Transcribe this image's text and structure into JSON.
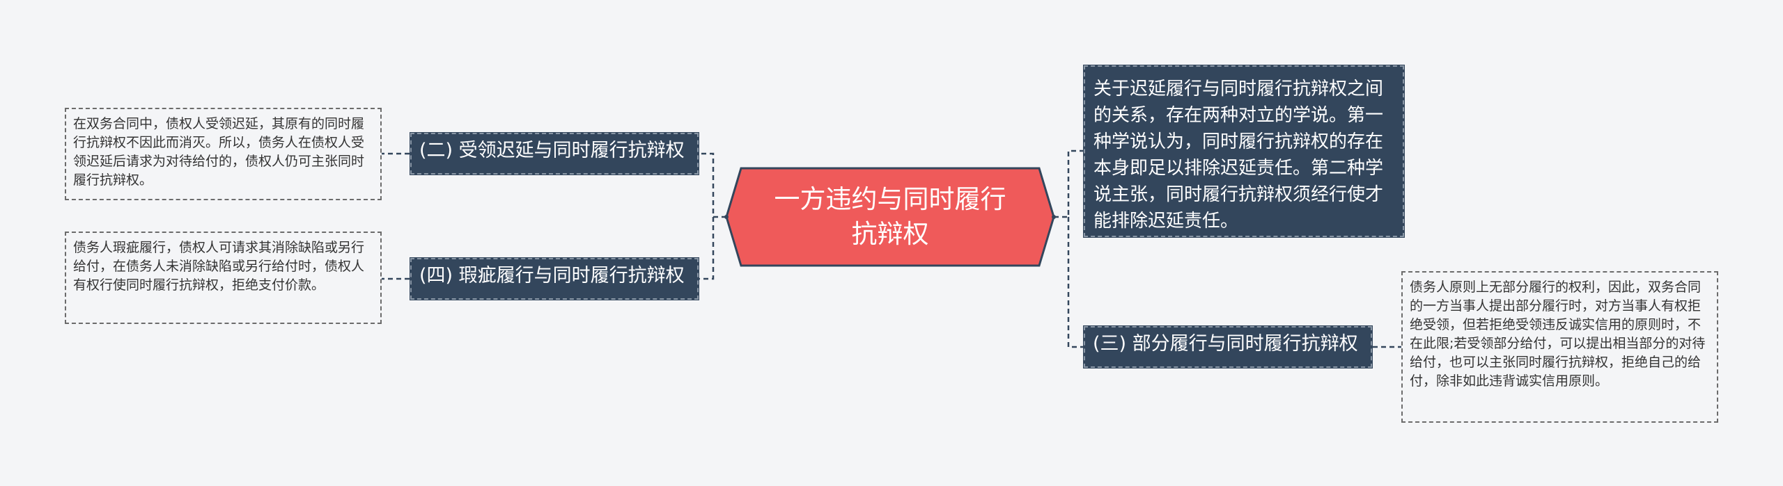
{
  "mindmap": {
    "center": {
      "label": "一方违约与同时履行抗辩权"
    },
    "right_description": "关于迟延履行与同时履行抗辩权之间的关系，存在两种对立的学说。第一种学说认为，同时履行抗辩权的存在本身即足以排除迟延责任。第二种学说主张，同时履行抗辩权须经行使才能排除迟延责任。",
    "branches": [
      {
        "label": "(二) 受领迟延与同时履行抗辩权",
        "detail": "在双务合同中，债权人受领迟延，其原有的同时履行抗辩权不因此而消灭。所以，债务人在债权人受领迟延后请求为对待给付的，债权人仍可主张同时履行抗辩权。"
      },
      {
        "label": "(四) 瑕疵履行与同时履行抗辩权",
        "detail": "债务人瑕疵履行，债权人可请求其消除缺陷或另行给付，在债务人未消除缺陷或另行给付时，债权人有权行使同时履行抗辩权，拒绝支付价款。"
      },
      {
        "label": "(三) 部分履行与同时履行抗辩权",
        "detail": "债务人原则上无部分履行的权利，因此，双务合同的一方当事人提出部分履行时，对方当事人有权拒绝受领，但若拒绝受领违反诚实信用的原则时，不在此限;若受领部分给付，可以提出相当部分的对待给付，也可以主张同时履行抗辩权，拒绝自己的给付，除非如此违背诚实信用原则。"
      }
    ]
  },
  "colors": {
    "background": "#f4f5f7",
    "center_fill": "#ef5a5a",
    "node_fill": "#33465c",
    "connector": "#33465c",
    "leaf_border": "#6b6b6b"
  }
}
